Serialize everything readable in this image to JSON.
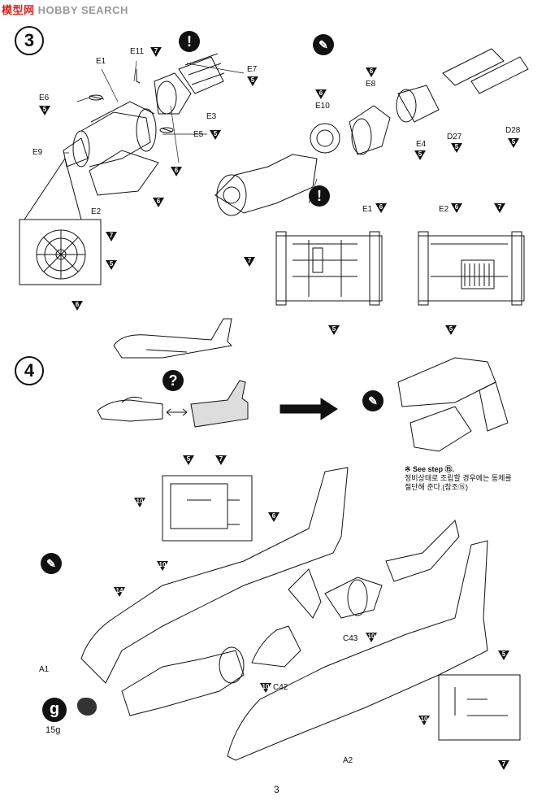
{
  "watermark": {
    "part1": "模型网",
    "part2": "HOBBY SEARCH"
  },
  "steps": [
    {
      "number": "3"
    },
    {
      "number": "4"
    }
  ],
  "parts": {
    "E1": "E1",
    "E11": "E11",
    "E7": "E7",
    "E6": "E6",
    "E3": "E3",
    "E5": "E5",
    "E9": "E9",
    "E2": "E2",
    "E10": "E10",
    "E8": "E8",
    "E4": "E4",
    "D27": "D27",
    "D28": "D28",
    "E1b": "E1",
    "E2b": "E2",
    "C43": "C43",
    "C42": "C42",
    "A1": "A1",
    "A2": "A2"
  },
  "color_codes": {
    "c7": "7",
    "c5": "5",
    "c6": "6",
    "c10": "10",
    "c14": "14"
  },
  "note": {
    "line1": "※ See step ⑮.",
    "line2": "정비상태로 조립할 경우에는 동체를",
    "line3": "절단해 준다.(참조⑮)"
  },
  "weight": {
    "badge": "g",
    "value": "15g"
  },
  "symbols": {
    "warning": "!",
    "question": "?"
  },
  "page_number": "3",
  "colors": {
    "ink": "#111111",
    "watermark_red": "#dd2222",
    "watermark_gray": "#999999"
  }
}
